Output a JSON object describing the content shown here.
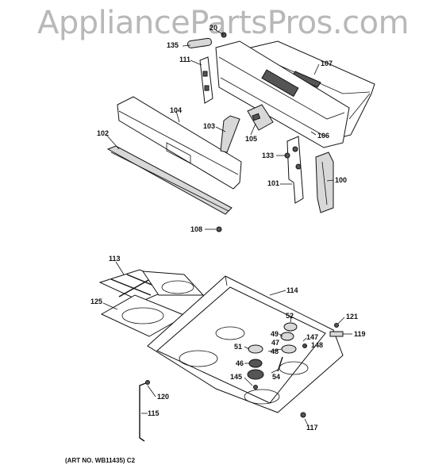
{
  "watermark": "AppliancePartsPros.com",
  "art_no": "(ART NO. WB11435) C2",
  "callouts": [
    "20",
    "135",
    "111",
    "107",
    "104",
    "103",
    "105",
    "106",
    "102",
    "133",
    "101",
    "100",
    "108",
    "113",
    "114",
    "52",
    "121",
    "125",
    "49",
    "147",
    "119",
    "51",
    "47",
    "148",
    "48",
    "46",
    "145",
    "54",
    "120",
    "115",
    "117"
  ],
  "colors": {
    "line": "#111111",
    "watermark": "#b8b8b8",
    "shade": "#d8d8d8"
  }
}
